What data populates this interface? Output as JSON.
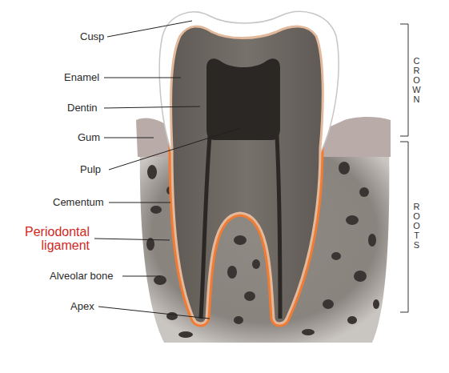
{
  "diagram": {
    "labels": [
      "Cusp",
      "Enamel",
      "Dentin",
      "Gum",
      "Pulp",
      "Cementum",
      "Periodontal ligament",
      "Alveolar bone",
      "Apex",
      "CROWN",
      "ROOTS"
    ]
  }
}
